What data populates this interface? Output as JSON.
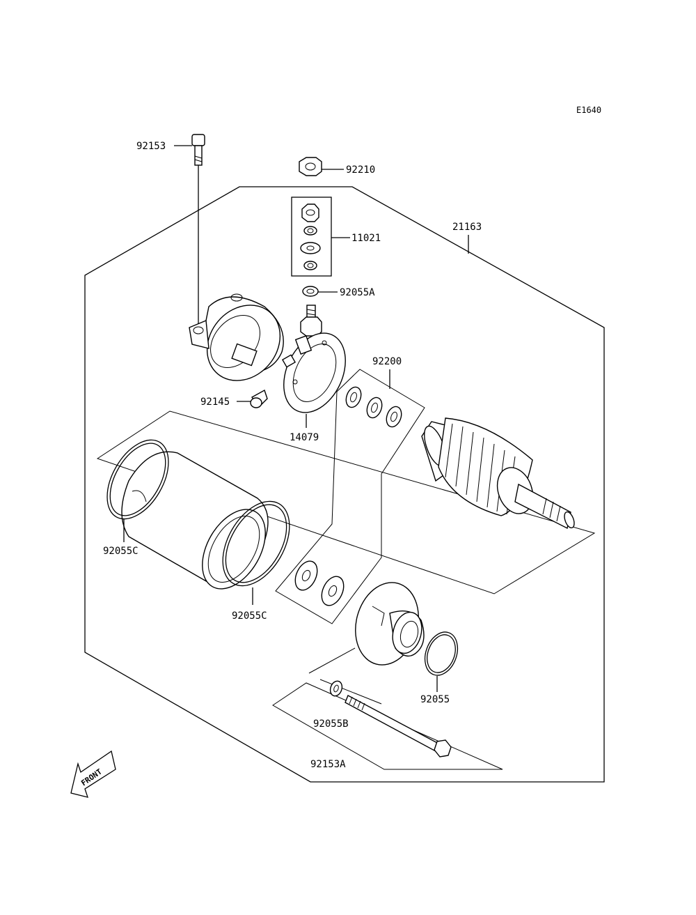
{
  "diagram": {
    "code": "E1640",
    "front_label": "FRONT",
    "labels": {
      "p92153": "92153",
      "p92210": "92210",
      "p21163": "21163",
      "p11021": "11021",
      "p92055A": "92055A",
      "p92200": "92200",
      "p92145": "92145",
      "p14079": "14079",
      "p92055C_left": "92055C",
      "p92055C_right": "92055C",
      "p92055": "92055",
      "p92055B": "92055B",
      "p92153A": "92153A"
    }
  }
}
